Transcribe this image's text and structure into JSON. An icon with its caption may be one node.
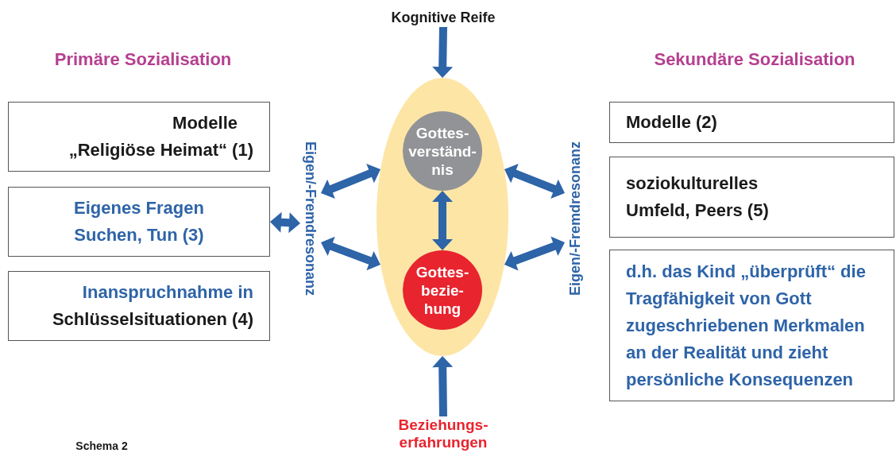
{
  "diagram": {
    "nodes": [
      {
        "text": [
          "Kognitive Reife"
        ]
      },
      {
        "text": [
          "Modelle",
          "„Religiöse Heimat“ (1)"
        ]
      },
      {
        "text": [
          "Eigenes Fragen Suchen, Tun (3)"
        ]
      },
      {
        "text": [
          "Inanspruchnahme in",
          "Schlüsselsituationen (4)"
        ]
      },
      {
        "text": [
          "Eigen/-Fremdresonanz"
        ]
      },
      {
        "text": [],
        "shape": "ellipse"
      },
      {
        "text": [
          "Gottes- verständ- nis"
        ],
        "in": 5
      },
      {
        "text": [
          "Gottes- bezie- hung"
        ],
        "in": 5
      },
      {
        "text": [
          "Eigen/-Fremdresonanz"
        ]
      },
      {
        "text": [
          "Modelle (2)"
        ]
      },
      {
        "text": [
          "soziokulturelles Umfeld, Peers (5)"
        ]
      },
      {
        "text": [
          "d.h. das Kind „überprüft“ die Tragfähigkeit von Gott zugeschriebenen Merkmalen an der Realität und zieht persönliche Konsequenzen"
        ]
      },
      {
        "text": [
          "Beziehungs- erfahrungen"
        ]
      }
    ],
    "edges": [
      {
        "from": 0,
        "to": 5,
        "arrow": "to"
      },
      {
        "from": 2,
        "to": 4,
        "arrow": "both"
      },
      {
        "from": 4,
        "to": 5,
        "arrow": "both"
      },
      {
        "from": 4,
        "to": 5,
        "arrow": "both"
      },
      {
        "from": 6,
        "to": 7,
        "arrow": "both"
      },
      {
        "from": 5,
        "to": 8,
        "arrow": "both"
      },
      {
        "from": 5,
        "to": 8,
        "arrow": "both"
      },
      {
        "from": 12,
        "to": 5,
        "arrow": "to"
      }
    ],
    "labels": [
      "Primäre Sozialisation",
      "Sekundäre Sozialisation",
      "Schema 2"
    ]
  }
}
